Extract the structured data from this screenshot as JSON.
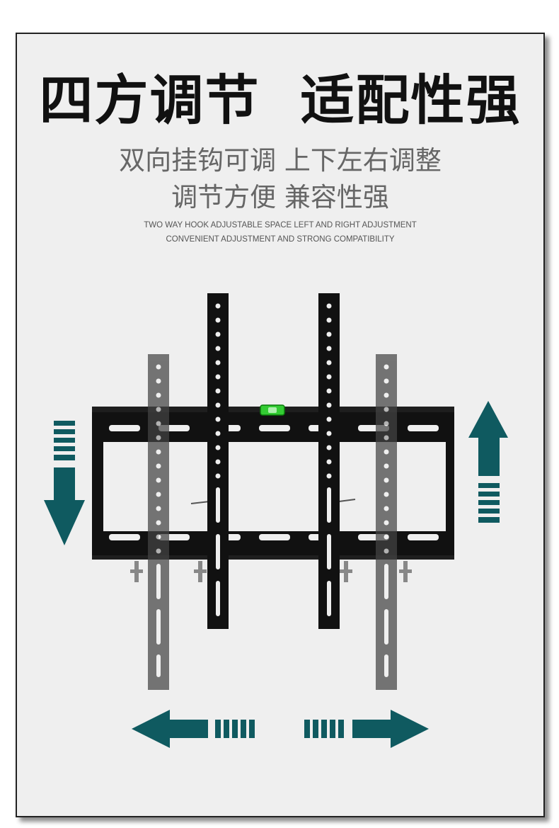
{
  "headline": "四方调节  适配性强",
  "subline_1": "双向挂钩可调 上下左右调整",
  "subline_2": "调节方便 兼容性强",
  "english_1": "TWO WAY HOOK ADJUSTABLE SPACE LEFT AND RIGHT ADJUSTMENT",
  "english_2": "CONVENIENT ADJUSTMENT AND STRONG COMPATIBILITY",
  "colors": {
    "arrow": "#0f5a60",
    "bracket": "#111111",
    "ghost_bracket": "#444444",
    "level": "#33cc33"
  },
  "icons": [
    "arrow-down-icon",
    "arrow-up-icon",
    "arrow-left-icon",
    "arrow-right-icon",
    "bubble-level-icon"
  ]
}
